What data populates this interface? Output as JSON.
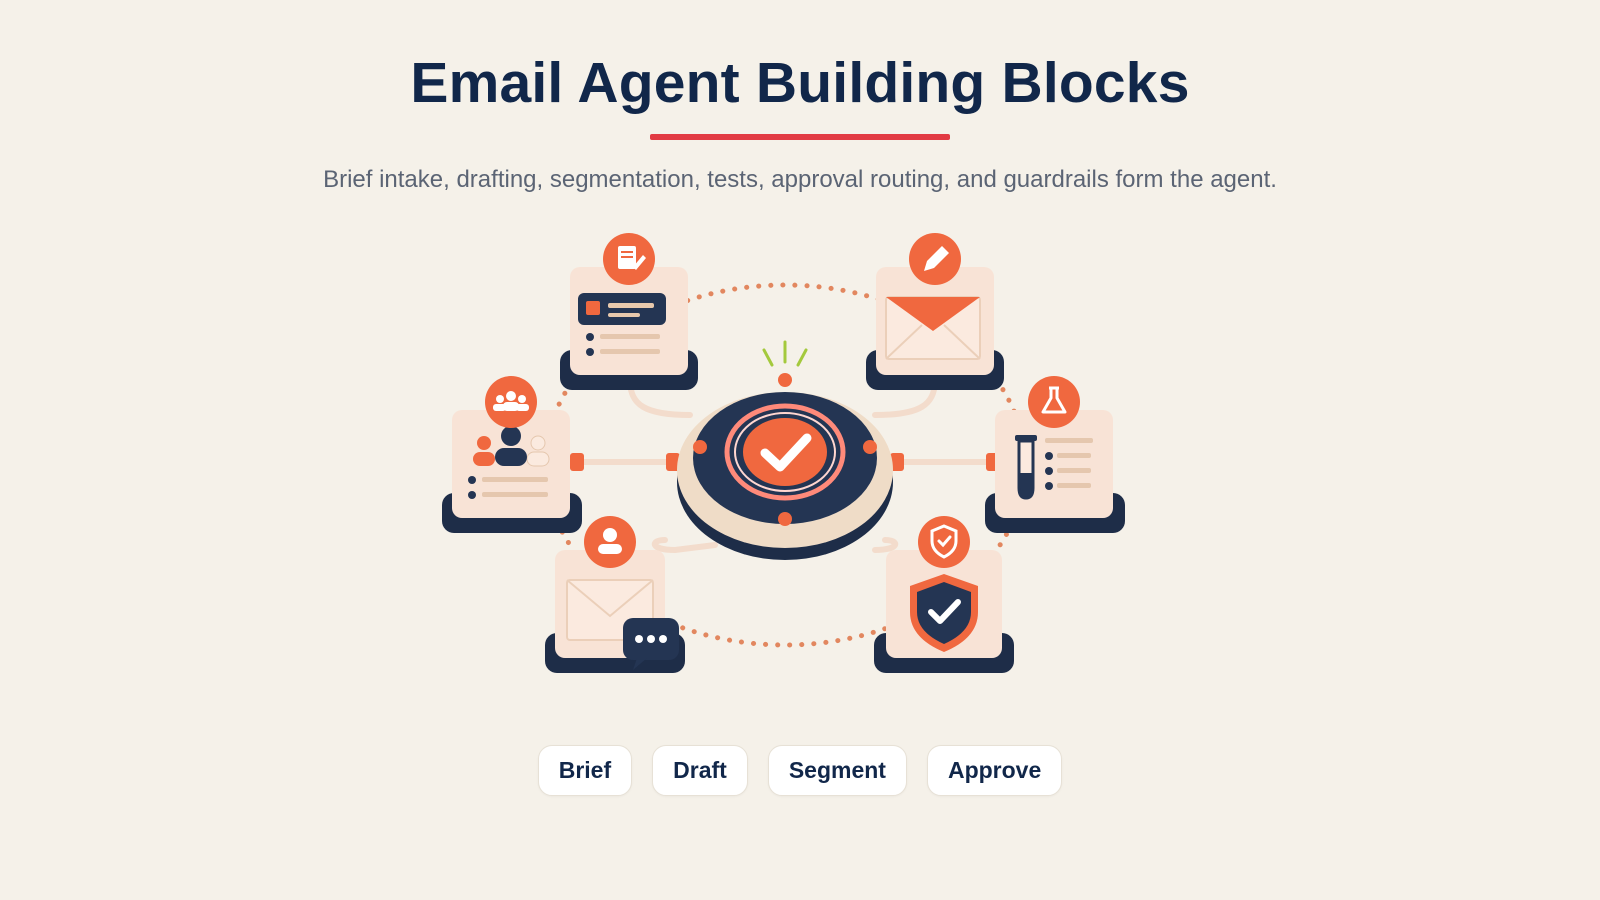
{
  "header": {
    "title": "Email Agent Building Blocks",
    "subtitle": "Brief intake, drafting, segmentation, tests, approval routing, and guardrails form the agent."
  },
  "diagram": {
    "hub": {
      "icon": "checkmark-icon"
    },
    "modules": [
      {
        "icon": "document-edit-icon",
        "illustration": "brief-form"
      },
      {
        "icon": "pencil-icon",
        "illustration": "envelope"
      },
      {
        "icon": "users-group-icon",
        "illustration": "audience-list"
      },
      {
        "icon": "flask-icon",
        "illustration": "test-checklist"
      },
      {
        "icon": "user-icon",
        "illustration": "envelope-chat"
      },
      {
        "icon": "shield-check-icon",
        "illustration": "shield"
      }
    ]
  },
  "pills": [
    {
      "label": "Brief"
    },
    {
      "label": "Draft"
    },
    {
      "label": "Segment"
    },
    {
      "label": "Approve"
    }
  ],
  "colors": {
    "background": "#f5f1e9",
    "navy": "#243553",
    "title": "#11274a",
    "accent": "#f0683f",
    "red": "#e23b43",
    "cream": "#f8e3d6",
    "green_accent": "#a4c93d"
  }
}
